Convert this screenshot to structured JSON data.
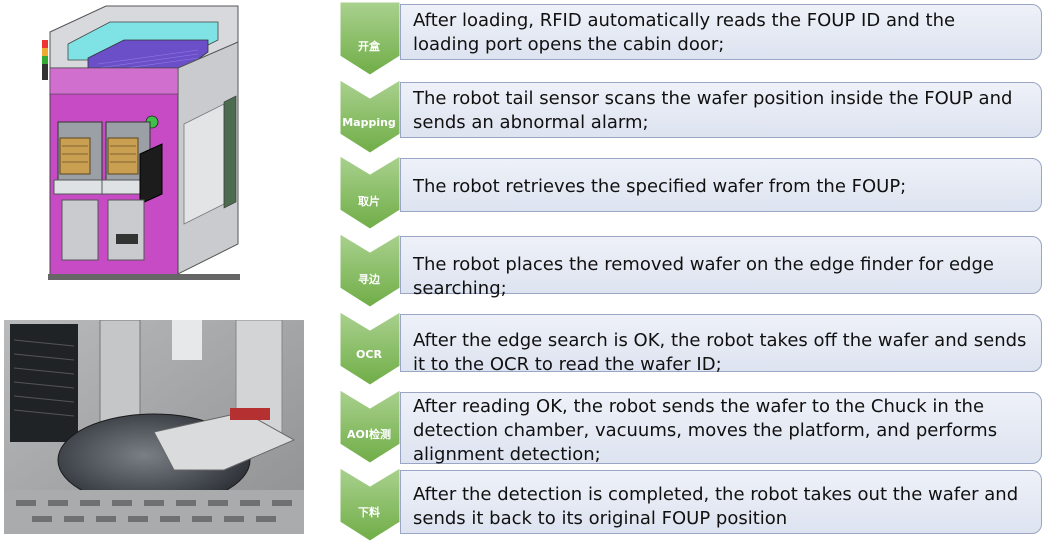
{
  "steps": [
    {
      "label": "开盒",
      "text": "After loading, RFID automatically reads the FOUP ID and the\nloading port opens the cabin door;"
    },
    {
      "label": "Mapping",
      "text": "The robot tail sensor scans the wafer position inside the FOUP and\nsends an abnormal alarm;"
    },
    {
      "label": "取片",
      "text": "The robot retrieves the specified wafer from the FOUP;"
    },
    {
      "label": "寻边",
      "text": "The robot places the removed wafer on the edge finder for edge\nsearching;"
    },
    {
      "label": "OCR",
      "text": "After the edge search is OK, the robot takes off the wafer and sends\nit to the OCR to read the wafer ID;"
    },
    {
      "label": "AOI检测",
      "text": "After reading OK, the robot sends the wafer to the Chuck in the\n  detection chamber, vacuums, moves the platform, and performs\n  alignment detection;"
    },
    {
      "label": "下料",
      "text": "After the detection is completed, the robot takes out the wafer and\nsends it back to its original FOUP position"
    }
  ],
  "colors": {
    "chevron_light": "#a9d18e",
    "chevron_dark": "#70ad47",
    "box_border": "#9aa6c4",
    "box_fill": "#e4e9f3"
  },
  "icons": [
    "aoi-machine-render",
    "wafer-inspection-photo"
  ]
}
